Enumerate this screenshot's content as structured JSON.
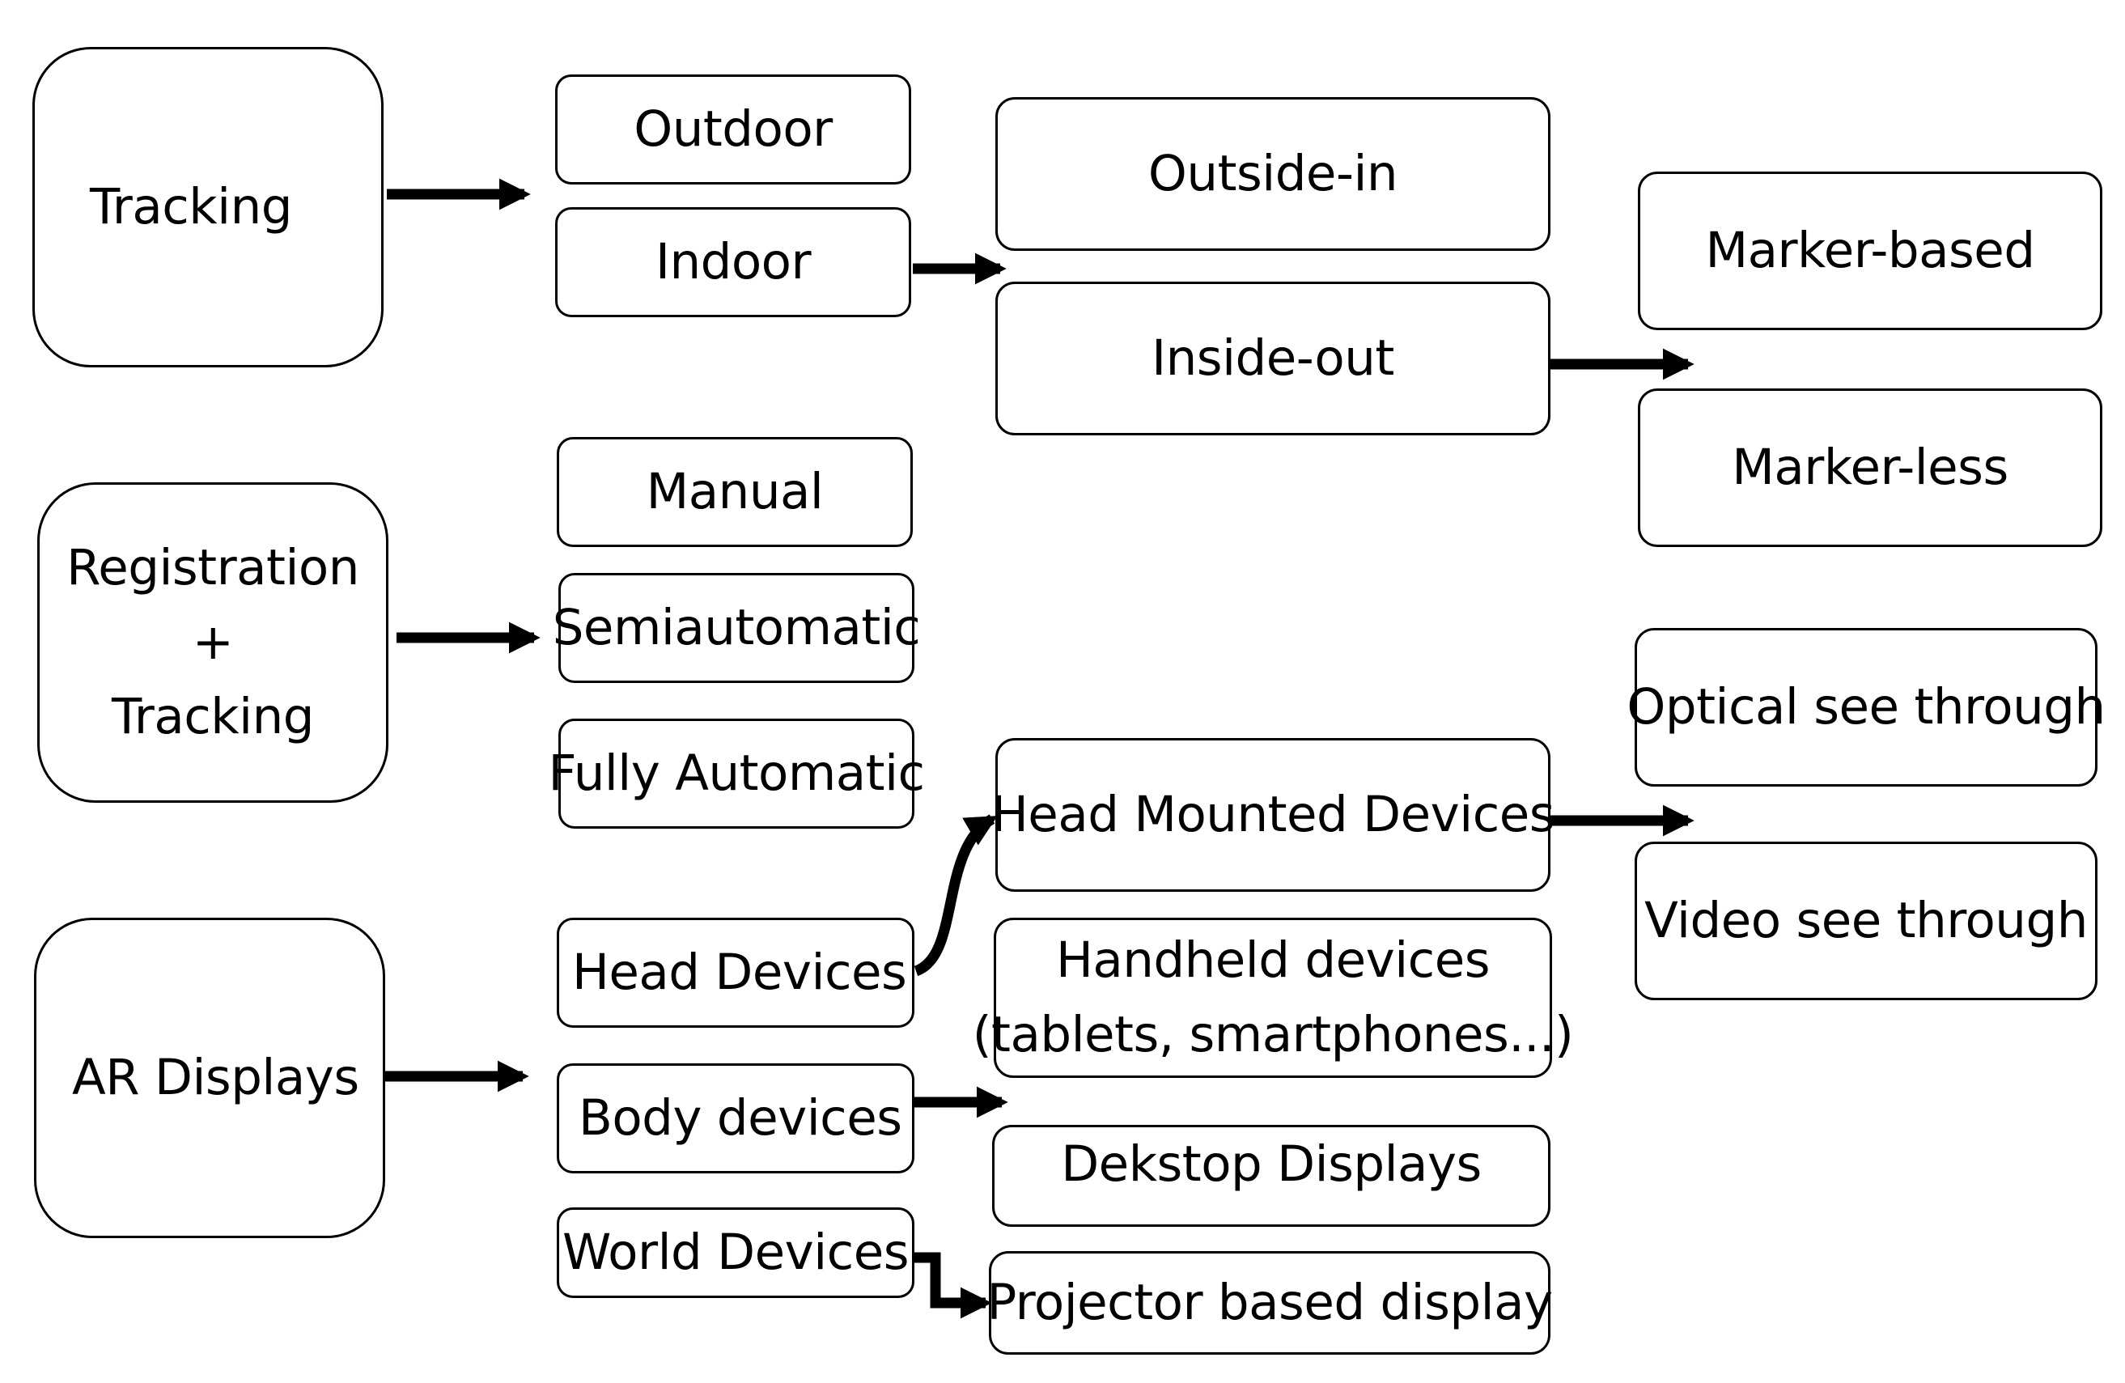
{
  "nodes": {
    "tracking": "Tracking",
    "registration_tracking": [
      "Registration",
      "+",
      "Tracking"
    ],
    "ar_displays": "AR Displays",
    "outdoor": "Outdoor",
    "indoor": "Indoor",
    "outside_in": "Outside-in",
    "inside_out": "Inside-out",
    "marker_based": "Marker-based",
    "marker_less": "Marker-less",
    "manual": "Manual",
    "semiautomatic": "Semiautomatic",
    "fully_automatic": "Fully Automatic",
    "head_devices": "Head Devices",
    "body_devices": "Body devices",
    "world_devices": "World Devices",
    "head_mounted_devices": "Head Mounted Devices",
    "handheld_devices": [
      "Handheld devices",
      "(tablets, smartphones...)"
    ],
    "desktop_displays": "Dekstop Displays",
    "projector_based_display": "Projector based display",
    "optical_see_through": "Optical see through",
    "video_see_through": "Video see through"
  },
  "edges": [
    {
      "from": "Tracking",
      "to": "Outdoor / Indoor"
    },
    {
      "from": "Indoor",
      "to": "Outside-in / Inside-out"
    },
    {
      "from": "Inside-out",
      "to": "Marker-based / Marker-less"
    },
    {
      "from": "Registration + Tracking",
      "to": "Manual / Semiautomatic / Fully Automatic"
    },
    {
      "from": "AR Displays",
      "to": "Head / Body / World Devices"
    },
    {
      "from": "Head Devices",
      "to": "Head Mounted Devices"
    },
    {
      "from": "Head Mounted Devices",
      "to": "Optical / Video see through"
    },
    {
      "from": "Body devices",
      "to": "Handheld / Dekstop Displays"
    },
    {
      "from": "World Devices",
      "to": "Projector based display"
    }
  ]
}
